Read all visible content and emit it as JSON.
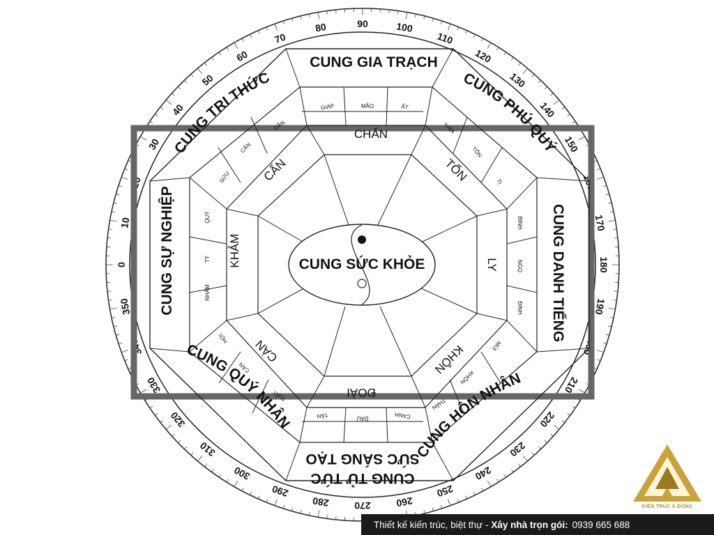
{
  "diagram": {
    "center_label": "CUNG SỨC KHỎE",
    "palaces": {
      "top": "CUNG GIA TRẠCH",
      "top_left": "CUNG TRI THỨC",
      "top_right": "CUNG PHÚ QUÝ",
      "left": "CUNG SỰ NGHIỆP",
      "right": "CUNG DANH TIẾNG",
      "bottom_left": "CUNG QUÝ NHÂN",
      "bottom_right": "CUNG HÔN NHÂN",
      "bottom_line1": "CUNG TỬ TỨC",
      "bottom_line2": "SỨC SÁNG TẠO"
    },
    "trigrams": {
      "chan": "CHẤN",
      "ton": "TỐN",
      "ly": "LY",
      "khon": "KHÔN",
      "doai": "ĐOÀI",
      "can_nw": "CÀN",
      "kham": "KHẢM",
      "can_ne": "CẤN"
    },
    "mountains": {
      "giap": "GIÁP",
      "mao": "MÃO",
      "at": "ẤT",
      "thin": "THÌN",
      "ton": "TỐN",
      "ti_se": "TỊ",
      "binh": "BÍNH",
      "ngo": "NGỌ",
      "dinh": "ĐINH",
      "mui": "MÙI",
      "khon": "KHÔN",
      "than": "THÂN",
      "tan": "TÂN",
      "dau": "DẬU",
      "canh": "CANH",
      "tuat": "TUẤT",
      "can": "CÀN",
      "hoi": "HỢI",
      "nham": "NHÂM",
      "ty": "TÝ",
      "quy": "QUÝ",
      "suu": "SỬU",
      "can_ne": "CẤN",
      "dan": "DẦN"
    },
    "degree_labels": [
      "0",
      "10",
      "20",
      "30",
      "40",
      "50",
      "60",
      "70",
      "80",
      "90",
      "100",
      "110",
      "120",
      "130",
      "140",
      "150",
      "160",
      "170",
      "180",
      "190",
      "200",
      "210",
      "220",
      "230",
      "240",
      "250",
      "260",
      "270",
      "280",
      "290",
      "300",
      "310",
      "320",
      "330",
      "340",
      "350"
    ]
  },
  "footer": {
    "text": "Thiết kế kiến trúc, biệt thự -",
    "highlight": "Xây nhà trọn gói:",
    "phone": "0939 665 688"
  },
  "logo": {
    "text": "KIẾN TRÚC Á ĐÔNG",
    "colors": {
      "gold": "#c9a23a",
      "gold_dark": "#9c7a22"
    }
  },
  "colors": {
    "line": "#222222",
    "frame": "#666666",
    "footer_bg": "#1b1b1b"
  }
}
